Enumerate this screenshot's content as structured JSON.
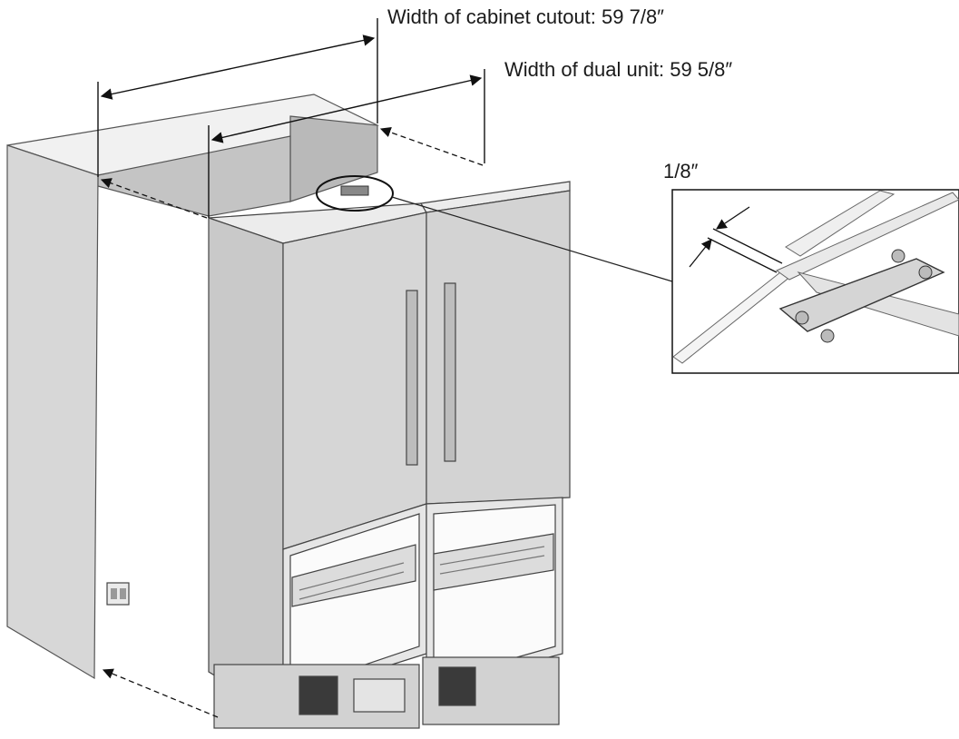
{
  "dimensions": {
    "cabinet_cutout_width": "Width of cabinet cutout: 59 7/8″",
    "dual_unit_width": "Width of dual unit: 59 5/8″",
    "gap": "1/8″"
  }
}
